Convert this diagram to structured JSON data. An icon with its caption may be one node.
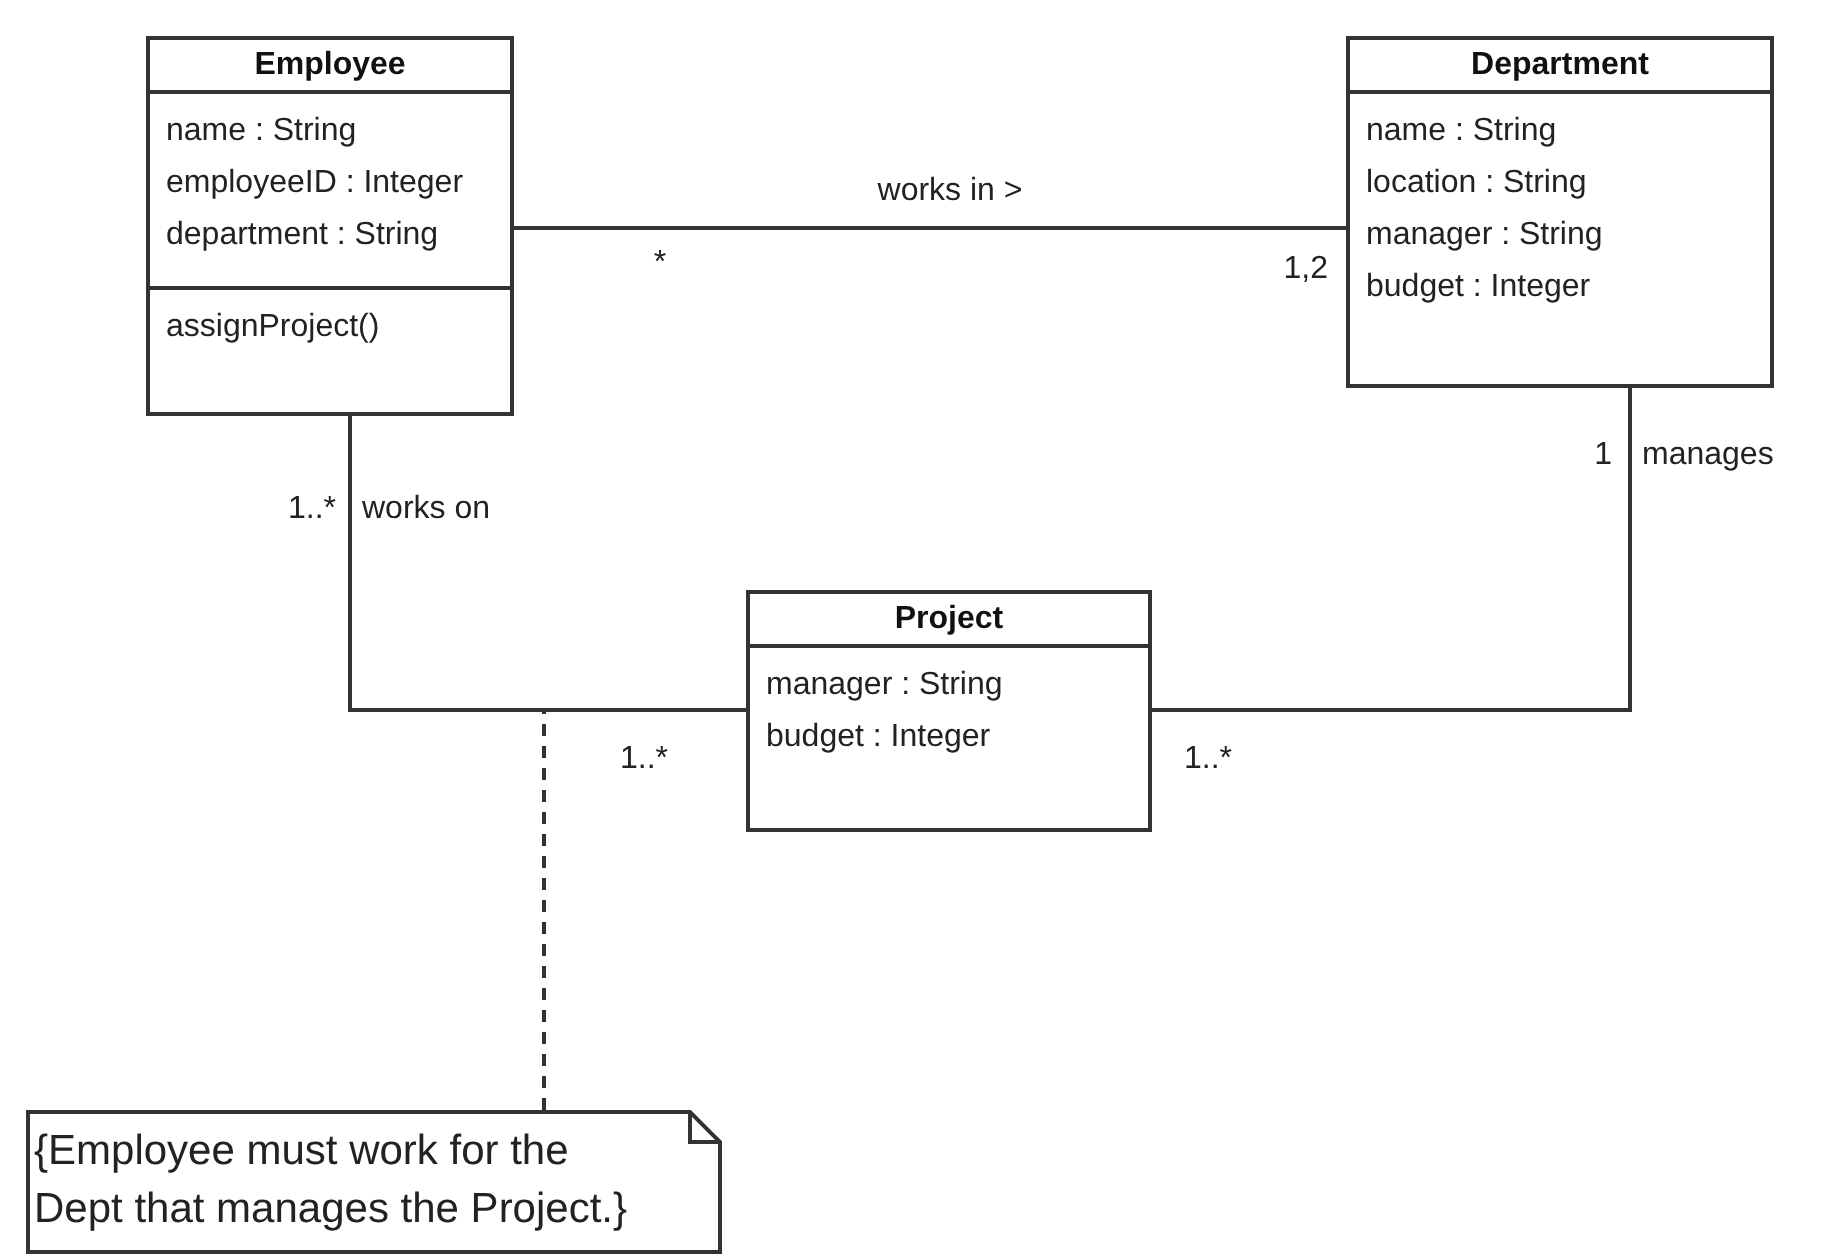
{
  "diagram": {
    "nodes": [
      {
        "text": [
          "Employee"
        ]
      },
      {
        "text": [
          "name : String",
          "employeeID : Integer",
          "department : String"
        ],
        "in": 0
      },
      {
        "text": [
          "assignProject()"
        ],
        "in": 0
      },
      {
        "text": [
          "Department"
        ]
      },
      {
        "text": [
          "name : String",
          "location : String",
          "manager : String",
          "budget : Integer"
        ],
        "in": 3
      },
      {
        "text": [
          "Project"
        ]
      },
      {
        "text": [
          "manager : String",
          "budget : Integer"
        ],
        "in": 5
      },
      {
        "text": [
          "{Employee must work for the Dept that manages the Project.}"
        ]
      }
    ],
    "edges": [
      {
        "from": 0,
        "to": 3,
        "arrow": "none",
        "label": "works in >"
      },
      {
        "from": 0,
        "to": 5,
        "arrow": "none",
        "label": "works on"
      },
      {
        "from": 3,
        "to": 5,
        "arrow": "none",
        "label": "manages"
      },
      {
        "from": 7,
        "to": null,
        "arrow": "none",
        "style": "dashed"
      }
    ],
    "labels": [
      "*",
      "1,2",
      "1..*",
      "1",
      "1..*",
      "1..*"
    ]
  }
}
